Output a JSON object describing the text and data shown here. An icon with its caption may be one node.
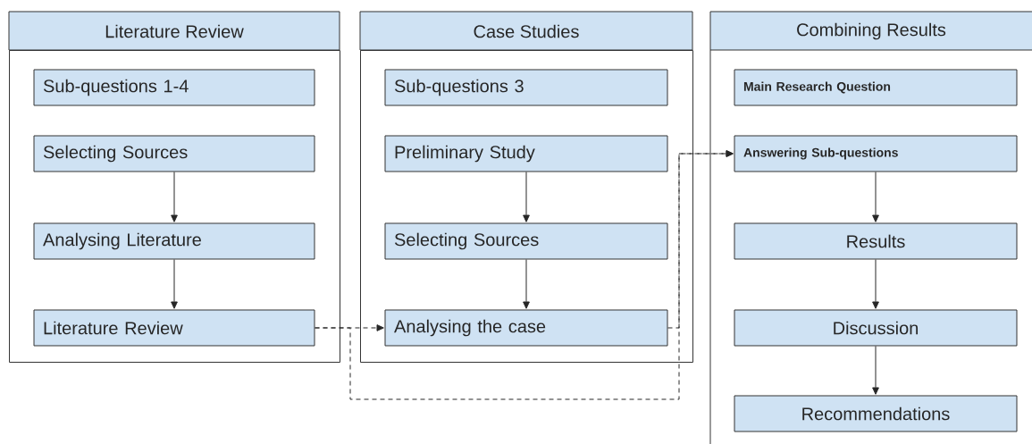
{
  "diagram": {
    "nodes": [
      {
        "text": [
          "Literature Review"
        ]
      },
      {
        "text": [],
        "shape": "box"
      },
      {
        "text": [
          "Sub-questions 1-4"
        ],
        "in": 1
      },
      {
        "text": [
          "Selecting Sources"
        ],
        "in": 1
      },
      {
        "text": [
          "Analysing Literature"
        ],
        "in": 1
      },
      {
        "text": [
          "Literature Review"
        ],
        "in": 1
      },
      {
        "text": [
          "Case Studies"
        ]
      },
      {
        "text": [],
        "shape": "box"
      },
      {
        "text": [
          "Sub-questions 3"
        ],
        "in": 7
      },
      {
        "text": [
          "Preliminary Study"
        ],
        "in": 7
      },
      {
        "text": [
          "Selecting Sources"
        ],
        "in": 7
      },
      {
        "text": [
          "Analysing the case"
        ],
        "in": 7
      },
      {
        "text": [
          "Combining Results"
        ]
      },
      {
        "text": [
          "Main Research Question"
        ]
      },
      {
        "text": [
          "Answering Sub-questions"
        ]
      },
      {
        "text": [
          "Results"
        ]
      },
      {
        "text": [
          "Discussion"
        ]
      },
      {
        "text": [
          "Recommendations"
        ]
      }
    ],
    "edges": [
      {
        "from": 3,
        "to": 4,
        "arrow": "to"
      },
      {
        "from": 4,
        "to": 5,
        "arrow": "to"
      },
      {
        "from": 9,
        "to": 10,
        "arrow": "to"
      },
      {
        "from": 10,
        "to": 11,
        "arrow": "to"
      },
      {
        "from": 14,
        "to": 15,
        "arrow": "to"
      },
      {
        "from": 15,
        "to": 16,
        "arrow": "to"
      },
      {
        "from": 16,
        "to": 17,
        "arrow": "to"
      },
      {
        "from": 5,
        "to": 11,
        "arrow": "to",
        "style": "dashed"
      },
      {
        "from": 5,
        "to": 14,
        "arrow": "to",
        "style": "dashed"
      },
      {
        "from": 11,
        "to": 14,
        "arrow": "to",
        "style": "dashed"
      }
    ]
  }
}
